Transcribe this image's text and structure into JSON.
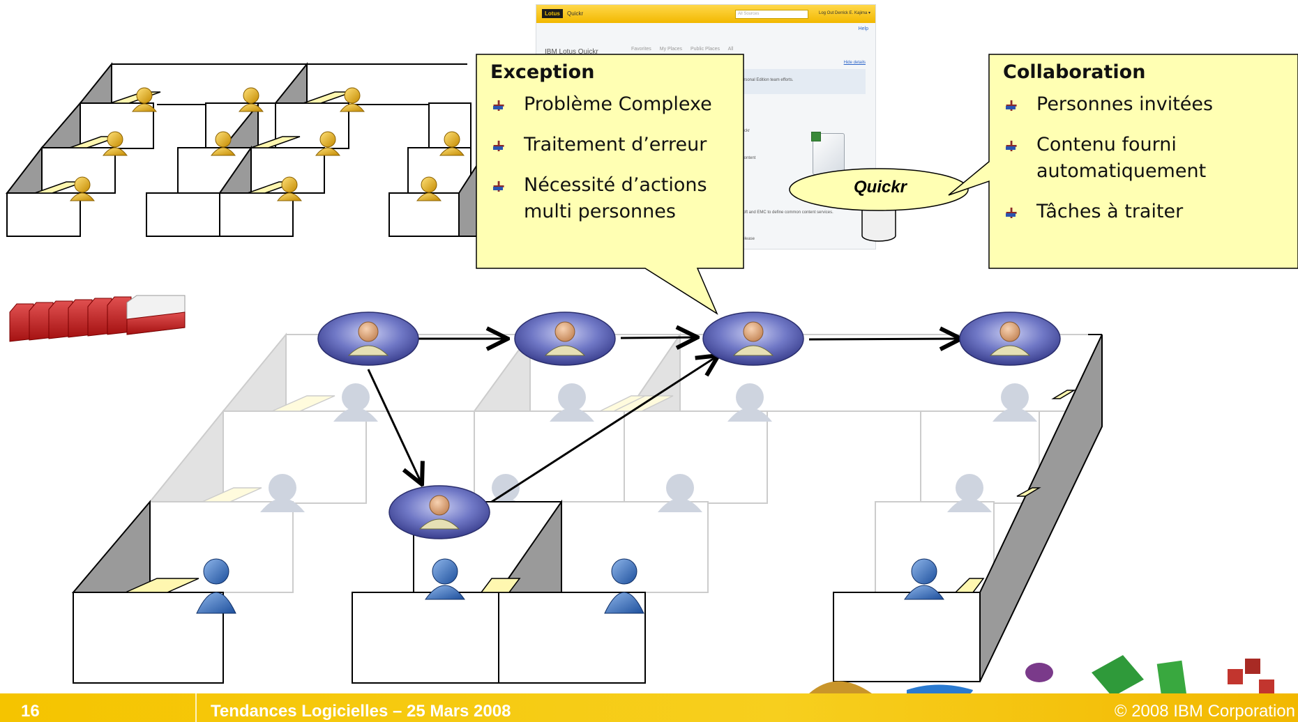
{
  "slide": {
    "page_number": "16",
    "event": "Tendances Logicielles – 25 Mars 2008",
    "copyright": "© 2008 IBM Corporation"
  },
  "exception_callout": {
    "title": "Exception",
    "items": [
      "Problème Complexe",
      "Traitement d’erreur",
      "Nécessité d’actions multi personnes"
    ]
  },
  "collaboration_callout": {
    "title": "Collaboration",
    "items": [
      "Personnes invitées",
      "Contenu fourni automatiquement",
      "Tâches à traiter"
    ]
  },
  "quickr": {
    "label": "Quickr"
  },
  "quickr_screenshot": {
    "logo": "Lotus",
    "product": "Quickr",
    "search_placeholder": "All Sources",
    "logout": "Log Out  Derrick E. Kajima ▾",
    "help": "Help",
    "page_title": "IBM Lotus Quickr",
    "tabs": [
      "Favorites",
      "My Places",
      "Public Places",
      "All"
    ],
    "hide_details": "Hide details",
    "lines": [
      "Personal Edition team efforts.",
      "quickr",
      "s content",
      "osoft and EMC to define common content services.",
      "t release"
    ]
  },
  "colors": {
    "callout_fill": "#ffffb3",
    "footer": "#f5c400",
    "person_node": "#6a6fbf",
    "cubicle_side": "#9a9a9a",
    "desk": "#fff7b0"
  }
}
